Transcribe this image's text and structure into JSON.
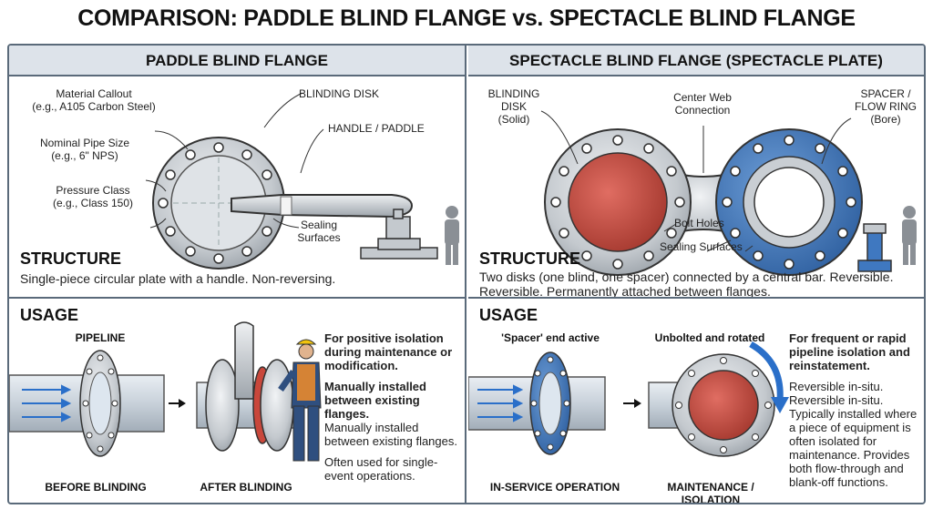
{
  "title": "COMPARISON: PADDLE BLIND FLANGE vs. SPECTACLE BLIND FLANGE",
  "paddle": {
    "header": "PADDLE BLIND FLANGE",
    "callouts": {
      "material": "Material Callout",
      "material_sub": "(e.g., A105 Carbon Steel)",
      "nps": "Nominal Pipe Size",
      "nps_sub": "(e.g., 6\" NPS)",
      "pressure": "Pressure Class",
      "pressure_sub": "(e.g., Class 150)",
      "blinding_disk": "BLINDING DISK",
      "handle": "HANDLE / PADDLE",
      "sealing": "Sealing",
      "sealing_2": "Surfaces"
    },
    "structure_heading": "STRUCTURE",
    "structure_text": "Single-piece circular plate with a handle. Non-reversing.",
    "usage_heading": "USAGE",
    "pipeline_label": "PIPELINE",
    "before_label": "BEFORE BLINDING",
    "after_label": "AFTER BLINDING",
    "notes": {
      "n1": "For positive isolation during maintenance or modification.",
      "n2": "Manually installed between existing flanges.",
      "n3": "Manually installed between existing flanges.",
      "n4": "Often used for single-event operations."
    }
  },
  "spectacle": {
    "header": "SPECTACLE BLIND FLANGE (SPECTACLE PLATE)",
    "callouts": {
      "blinding": "BLINDING",
      "disk": "DISK",
      "solid": "(Solid)",
      "web": "Center Web",
      "web_2": "Connection",
      "spacer": "SPACER /",
      "flow_ring": "FLOW RING",
      "bore": "(Bore)",
      "bolt_holes": "Bolt Holes",
      "sealing": "Sealing Surfaces"
    },
    "structure_heading": "STRUCTURE",
    "structure_text_1": "Two disks (one blind, one spacer) connected by a central bar. Reversible.",
    "structure_text_2": "Reversible. Permanently attached between flanges.",
    "usage_heading": "USAGE",
    "spacer_active": "'Spacer' end active",
    "unbolted": "Unbolted and rotated",
    "in_service": "IN-SERVICE OPERATION",
    "maintenance": "MAINTENANCE / ISOLATION",
    "notes": {
      "n1": "For frequent or rapid pipeline isolation and reinstatement.",
      "n2": "Reversible in-situ.",
      "n3": "Reversible in-situ.",
      "n4": "Typically installed where a piece of equipment is often isolated for maintenance. Provides both flow-through and blank-off functions."
    }
  },
  "colors": {
    "steel": "#c9ced3",
    "blind_red": "#c9473b",
    "spacer_blue": "#3f78c0",
    "flow_blue": "#2a6fc9"
  }
}
